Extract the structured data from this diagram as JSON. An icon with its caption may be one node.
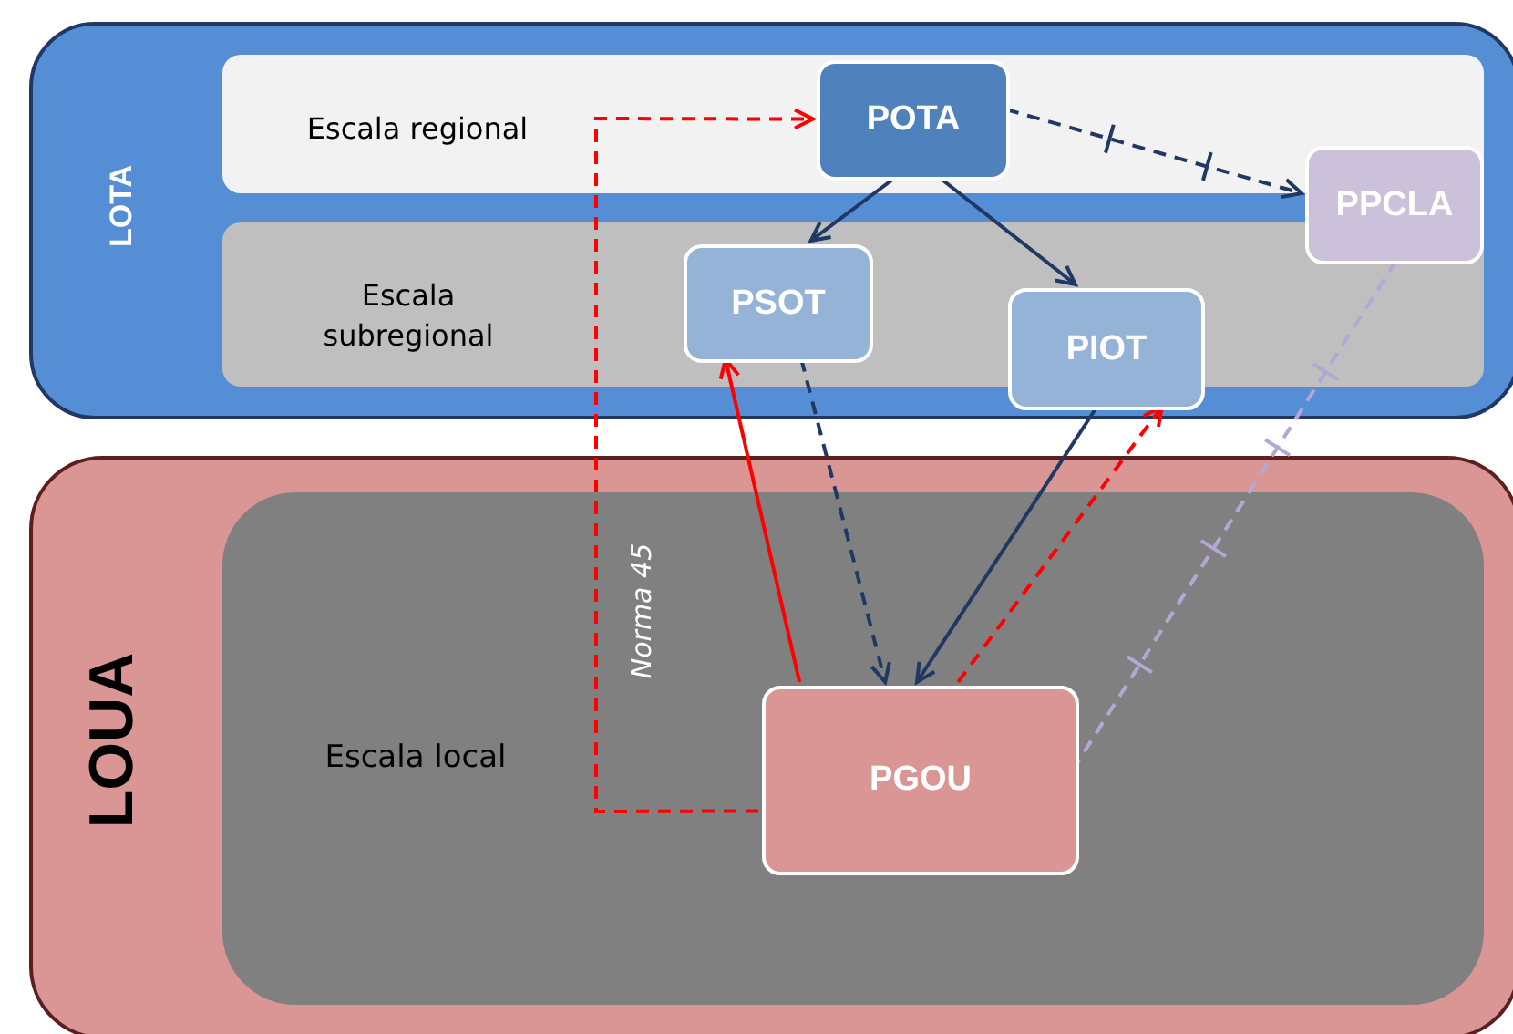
{
  "diagram": {
    "nodes": [
      {
        "text": [
          "LOTA"
        ]
      },
      {
        "text": [
          "Escala regional"
        ],
        "in": 0
      },
      {
        "text": [
          "Escala subregional"
        ],
        "in": 0
      },
      {
        "text": [
          "POTA"
        ],
        "in": 1
      },
      {
        "text": [
          "PSOT"
        ],
        "in": 2
      },
      {
        "text": [
          "PIOT"
        ],
        "in": 0
      },
      {
        "text": [
          "PPCLA"
        ],
        "in": 0
      },
      {
        "text": [
          "LOUA"
        ]
      },
      {
        "text": [
          "Escala local"
        ],
        "in": 7
      },
      {
        "text": [
          "PGOU"
        ],
        "in": 8
      }
    ],
    "edges": [
      {
        "from": 9,
        "to": 3,
        "arrow": "to",
        "label": "Norma 45",
        "style": "dashed",
        "color": "#ff0000"
      },
      {
        "from": 3,
        "to": 6,
        "arrow": "to",
        "style": "dashed"
      },
      {
        "from": 3,
        "to": 4,
        "arrow": "to"
      },
      {
        "from": 3,
        "to": 5,
        "arrow": "to"
      },
      {
        "from": 9,
        "to": 4,
        "arrow": "to",
        "color": "#ff0000"
      },
      {
        "from": 4,
        "to": 9,
        "arrow": "to",
        "style": "dashed"
      },
      {
        "from": 5,
        "to": 9,
        "arrow": "to"
      },
      {
        "from": 9,
        "to": 5,
        "arrow": "to",
        "style": "dashed",
        "color": "#ff0000"
      },
      {
        "from": 6,
        "to": 9,
        "arrow": "none",
        "style": "dashed",
        "color": "#b4a7d6"
      }
    ]
  }
}
